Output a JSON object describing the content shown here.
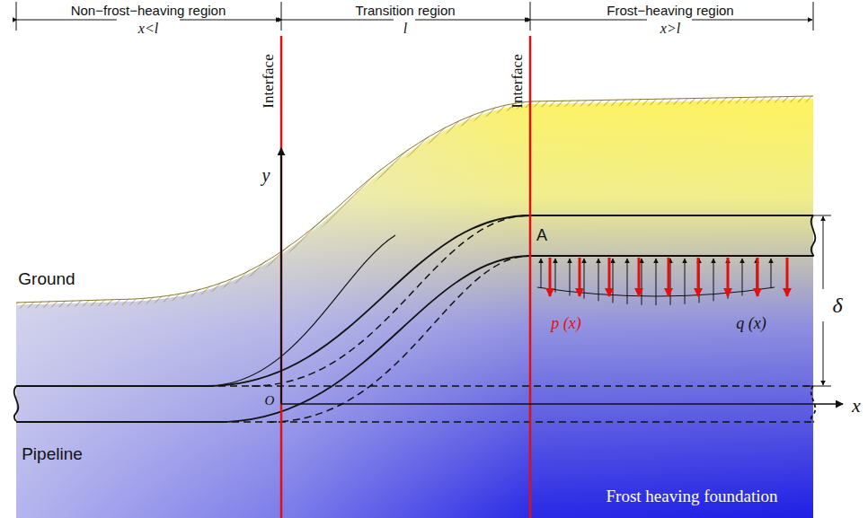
{
  "diagram": {
    "labels": [
      "Non−frost−heaving region",
      "x<l",
      "Transition region",
      "l",
      "Frost−heaving region",
      "x>l",
      "Interface",
      "Interface",
      "y",
      "Ground",
      "A",
      "p (x)",
      "q (x)",
      "δ",
      "O",
      "x",
      "Pipeline",
      "Frost heaving foundation"
    ]
  }
}
